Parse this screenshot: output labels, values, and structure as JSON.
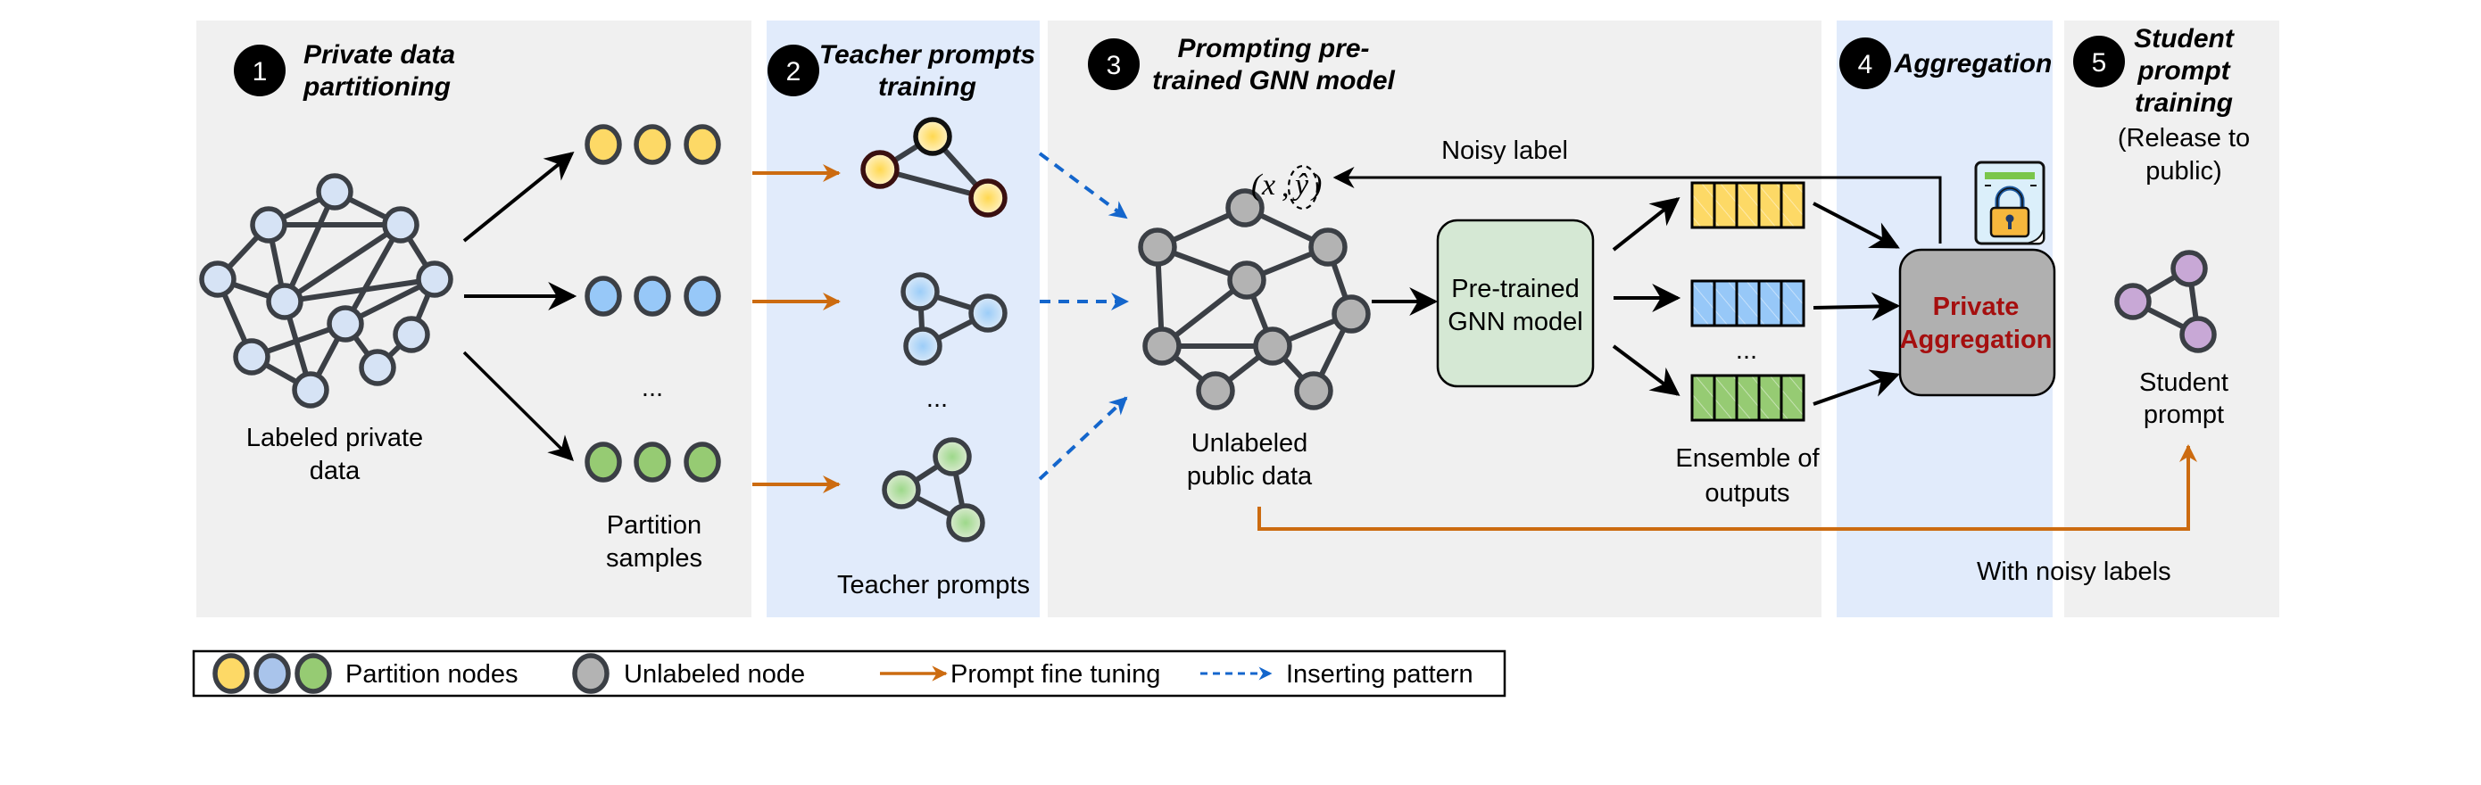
{
  "colors": {
    "panel_gray": "#f0f0f0",
    "panel_blue": "#e1ebfb",
    "node_stroke": "#3b3f45",
    "private_node": "#d6e3f5",
    "yellow": "#fdd966",
    "blue": "#97c8f8",
    "green": "#96cb73",
    "gray": "#b3b3b3",
    "purple": "#c8a8d6",
    "orange": "#cc6b10",
    "dashed_blue": "#1466cc",
    "model_box": "#d5e8d4",
    "agg_box": "#b0b0b0",
    "agg_text": "#a50f0f"
  },
  "steps": [
    {
      "number": "1",
      "title_lines": [
        "Private data",
        "partitioning"
      ]
    },
    {
      "number": "2",
      "title_lines": [
        "Teacher prompts",
        "training"
      ]
    },
    {
      "number": "3",
      "title_lines": [
        "Prompting pre-",
        "trained GNN model"
      ]
    },
    {
      "number": "4",
      "title_lines": [
        "Aggregation"
      ]
    },
    {
      "number": "5",
      "title_lines": [
        "Student",
        "prompt",
        "training"
      ],
      "subtitle_lines": [
        "(Release to",
        "public)"
      ]
    }
  ],
  "panel1": {
    "graph_label_lines": [
      "Labeled private",
      "data"
    ],
    "partition_label_lines": [
      "Partition",
      "samples"
    ],
    "ellipsis": "..."
  },
  "panel2": {
    "ellipsis": "...",
    "label": "Teacher prompts"
  },
  "panel3": {
    "graph_label_lines": [
      "Unlabeled",
      "public data"
    ],
    "node_annotation": {
      "open": "(",
      "x": "x",
      "sep": ",",
      "y": "ŷ",
      "close": ")"
    },
    "noisy_label": "Noisy label",
    "model_lines": [
      "Pre-trained",
      "GNN model"
    ],
    "ensemble_label_lines": [
      "Ensemble of",
      "outputs"
    ],
    "ellipsis": "..."
  },
  "panel4": {
    "box_lines": [
      "Private",
      "Aggregation"
    ],
    "icon": "lock-document-icon"
  },
  "panel5": {
    "student_label_lines": [
      "Student",
      "prompt"
    ],
    "noisy_labels_caption": "With noisy labels"
  },
  "legend": {
    "items": [
      {
        "label": "Partition nodes",
        "icon": "partition-nodes-icon"
      },
      {
        "label": "Unlabeled node",
        "icon": "unlabeled-node-icon"
      },
      {
        "label": "Prompt fine tuning",
        "icon": "solid-orange-arrow-icon"
      },
      {
        "label": "Inserting pattern",
        "icon": "dashed-blue-arrow-icon"
      }
    ]
  }
}
